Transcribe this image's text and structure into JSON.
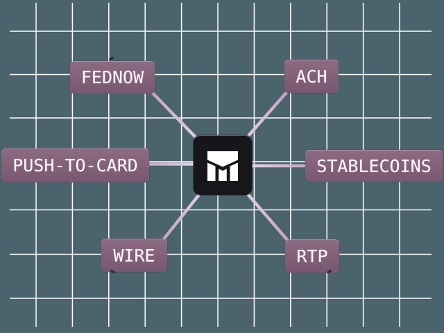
{
  "diagram": {
    "name": "payment-rails-hub-diagram",
    "center": {
      "logo": "modern-treasury-mark"
    },
    "nodes": [
      {
        "id": "fednow",
        "label": "FEDNOW"
      },
      {
        "id": "ach",
        "label": "ACH"
      },
      {
        "id": "push-to-card",
        "label": "PUSH-TO-CARD"
      },
      {
        "id": "stablecoins",
        "label": "STABLECOINS"
      },
      {
        "id": "wire",
        "label": "WIRE"
      },
      {
        "id": "rtp",
        "label": "RTP"
      }
    ]
  },
  "colors": {
    "background": "#4b636d",
    "grid_line": "#ffffff",
    "node_fill_top": "#8d6b83",
    "node_fill_bottom": "#7a5770",
    "node_text": "#fbf7fb",
    "connector_outer": "#c2a3c2",
    "connector_inner": "#f3e9f5",
    "center_fill": "#17161a",
    "center_glyph": "#ffffff"
  }
}
